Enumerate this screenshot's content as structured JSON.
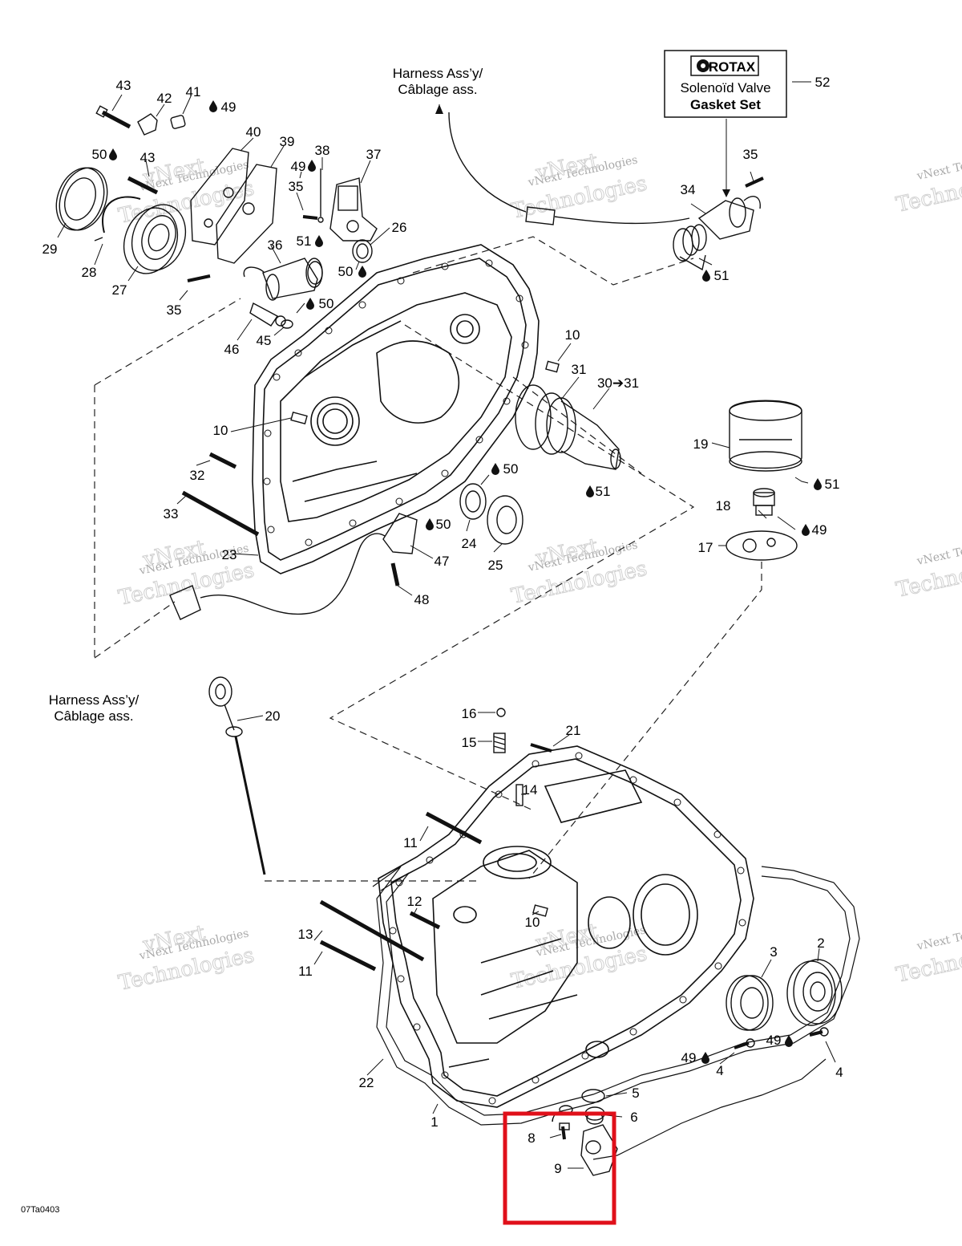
{
  "harness_label_top": [
    "Harness Ass’y/",
    "Câblage ass."
  ],
  "harness_label_left": [
    "Harness Ass’y/",
    "Câblage ass."
  ],
  "rotax_box": {
    "brand": "ROTAX",
    "line1": "Solenoïd Valve",
    "line2": "Gasket Set",
    "ref": "52"
  },
  "watermark": {
    "small": "vNext Technologies",
    "big1": "vNext",
    "big2": "Technologies"
  },
  "figure_code": "07Ta0403",
  "callouts": {
    "c43a": "43",
    "c42": "42",
    "c41": "41",
    "c49a": "49",
    "c50a": "50",
    "c43b": "43",
    "c40": "40",
    "c39": "39",
    "c49b": "49",
    "c38": "38",
    "c37": "37",
    "c35a": "35",
    "c29": "29",
    "c28": "28",
    "c27": "27",
    "c36": "36",
    "c51a": "51",
    "c26": "26",
    "c50b": "50",
    "c35b": "35",
    "c50c": "50",
    "c46": "46",
    "c45": "45",
    "c34": "34",
    "c35c": "35",
    "c51b": "51",
    "c10a": "10",
    "c31": "31",
    "c30_31": "30➔31",
    "c10b": "10",
    "c32": "32",
    "c33": "33",
    "c50d": "50",
    "c51c": "51",
    "c19": "19",
    "c51d": "51",
    "c18": "18",
    "c49c": "49",
    "c17": "17",
    "c24": "24",
    "c50e": "50",
    "c25": "25",
    "c23": "23",
    "c47": "47",
    "c48": "48",
    "c20": "20",
    "c16": "16",
    "c15": "15",
    "c21": "21",
    "c14": "14",
    "c11a": "11",
    "c12": "12",
    "c10c": "10",
    "c13": "13",
    "c11b": "11",
    "c3": "3",
    "c2": "2",
    "c22": "22",
    "c49d": "49",
    "c4a": "4",
    "c49e": "49",
    "c4b": "4",
    "c5": "5",
    "c6": "6",
    "c7": "7",
    "c1": "1",
    "c8": "8",
    "c9": "9"
  },
  "highlight_color": "#e0101a"
}
